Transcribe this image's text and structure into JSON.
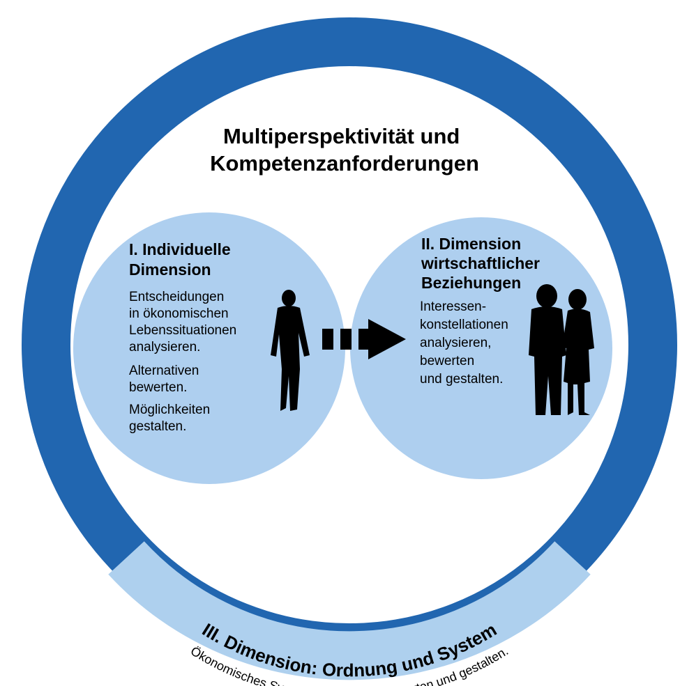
{
  "colors": {
    "ring_dark": "#2166b0",
    "ring_light": "#aed0ee",
    "bubble": "#aecfef",
    "silhouette": "#000000"
  },
  "title": {
    "line1": "Multiperspektivität und",
    "line2": "Kompetenzanforderungen"
  },
  "dimension1": {
    "heading_line1": "I. Individuelle",
    "heading_line2": "Dimension",
    "body_lines": [
      "Entscheidungen",
      "in ökonomischen",
      "Lebenssituationen",
      "analysieren.",
      "Alternativen",
      "bewerten.",
      "Möglichkeiten",
      "gestalten."
    ],
    "icon": "walking-man-silhouette"
  },
  "dimension2": {
    "heading_line1": "II. Dimension",
    "heading_line2": "wirtschaftlicher",
    "heading_line3": "Beziehungen",
    "body_lines": [
      "Interessen-",
      "konstellationen",
      "analysieren,",
      "bewerten",
      "und gestalten."
    ],
    "icon": "couple-silhouette"
  },
  "arrow_icon": "dashed-right-arrow",
  "dimension3": {
    "heading": "III. Dimension: Ordnung und System",
    "body": "Ökonomisches System analysieren, bewerten und gestalten."
  }
}
